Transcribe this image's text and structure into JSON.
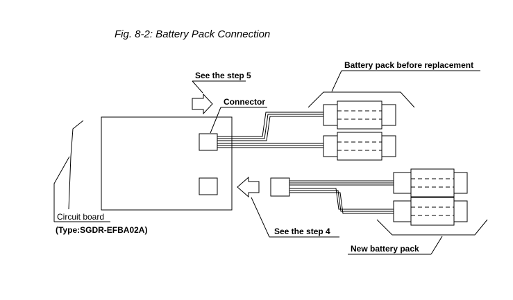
{
  "figure": {
    "title": "Fig. 8-2: Battery Pack Connection"
  },
  "labels": {
    "see_step_5": "See the step 5",
    "connector": "Connector",
    "battery_before": "Battery pack before replacement",
    "circuit_board": "Circuit board",
    "circuit_board_type": "(Type:SGDR-EFBA02A)",
    "see_step_4": "See the step 4",
    "new_battery": "New battery pack"
  }
}
